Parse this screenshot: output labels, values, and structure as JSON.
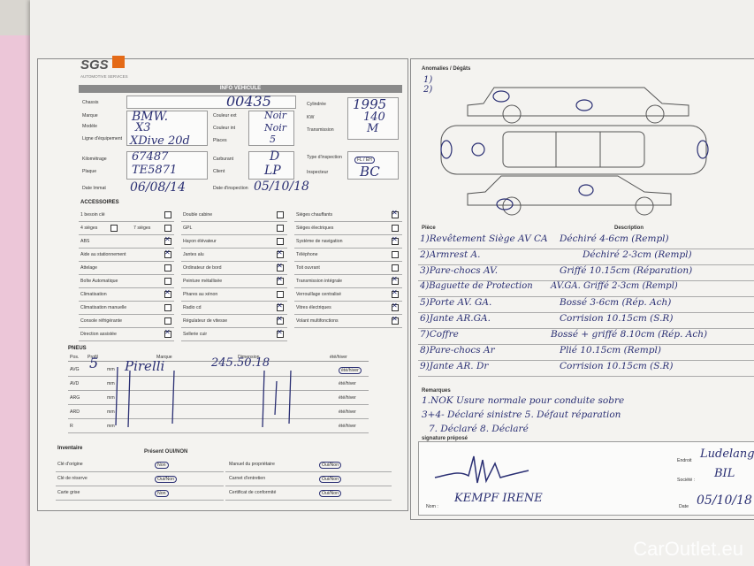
{
  "logo": {
    "brand": "SGS",
    "sub": "AUTOMOTIVE SERVICES"
  },
  "header": {
    "title": "INFO VEHICULE"
  },
  "vehicle": {
    "labels": {
      "chassis": "Chassis",
      "marque": "Marque",
      "modele": "Modèle",
      "ligne": "Ligne d'équipement",
      "kilometrage": "Kilométrage",
      "plaque": "Plaque",
      "couleur_ext": "Couleur ext",
      "couleur_int": "Couleur int",
      "places": "Places",
      "carburant": "Carburant",
      "client": "Client",
      "cylindree": "Cylindrée",
      "kw": "KW",
      "transmission": "Transmission",
      "type_insp": "Type d'inspection",
      "inspecteur": "Inspecteur",
      "date_immat": "Date Immat",
      "date_insp": "Date d'inspection"
    },
    "chassis": "00435",
    "marque": "BMW.",
    "modele": "X3",
    "ligne": "XDive 20d",
    "kilometrage": "67487",
    "plaque": "TE5871",
    "couleur_ext": "Noir",
    "couleur_int": "Noir",
    "places": "5",
    "carburant": "D",
    "client": "LP",
    "cylindree": "1995",
    "kw": "140",
    "transmission": "M",
    "type_insp": "FL / EH",
    "inspecteur": "BC",
    "date_immat": "06/08/14",
    "date_insp": "05/10/18"
  },
  "accessories": {
    "title": "ACCESSOIRES",
    "col1": [
      {
        "l": "1 besoin clé",
        "c": false
      },
      {
        "l": "4 sièges",
        "c": false
      },
      {
        "l": "ABS",
        "c": true
      },
      {
        "l": "Aide au stationnement",
        "c": true
      },
      {
        "l": "Attelage",
        "c": false
      },
      {
        "l": "Boîte Automatique",
        "c": false
      },
      {
        "l": "Climatisation",
        "c": true
      },
      {
        "l": "Climatisation manuelle",
        "c": false
      },
      {
        "l": "Console réfrigérante",
        "c": false
      },
      {
        "l": "Direction assistée",
        "c": true
      }
    ],
    "extra": "7 sièges",
    "col2": [
      {
        "l": "Double cabine",
        "c": false
      },
      {
        "l": "GPL",
        "c": false
      },
      {
        "l": "Hayon élévateur",
        "c": false
      },
      {
        "l": "Jantes alu",
        "c": true
      },
      {
        "l": "Ordinateur de bord",
        "c": true
      },
      {
        "l": "Peinture métallisée",
        "c": true
      },
      {
        "l": "Phares au xénon",
        "c": false
      },
      {
        "l": "Radio cd",
        "c": true
      },
      {
        "l": "Régulateur de vitesse",
        "c": true
      },
      {
        "l": "Sellerie cuir",
        "c": true
      }
    ],
    "col3": [
      {
        "l": "Sièges chauffants",
        "c": true
      },
      {
        "l": "Sièges électriques",
        "c": false
      },
      {
        "l": "Système de navigation",
        "c": true
      },
      {
        "l": "Téléphone",
        "c": false
      },
      {
        "l": "Toit ouvrant",
        "c": false
      },
      {
        "l": "Transmission intégrale",
        "c": true
      },
      {
        "l": "Verrouillage centralisé",
        "c": true
      },
      {
        "l": "Vitres électriques",
        "c": true
      },
      {
        "l": "Volant multifonctions",
        "c": true
      }
    ]
  },
  "tyres": {
    "title": "PNEUS",
    "pos": "Pos.",
    "profil": "Profil",
    "marque": "Marque",
    "dimension": "Dimension",
    "ete_hiver": "été/hiver",
    "rows": [
      {
        "p": "AVG",
        "mm": "mm"
      },
      {
        "p": "AVD",
        "mm": "mm"
      },
      {
        "p": "ARG",
        "mm": "mm"
      },
      {
        "p": "ARD",
        "mm": "mm"
      },
      {
        "p": "R",
        "mm": "mm"
      }
    ],
    "profile_val": "5",
    "brand_val": "Pirelli",
    "dim_val": "245.50.18",
    "season": "été/hiver"
  },
  "inventory": {
    "title": "Inventaire",
    "present": "Présent OUI/NON",
    "left": [
      {
        "l": "Clé d'origine",
        "v": "Non"
      },
      {
        "l": "Clé de réserve",
        "v": "Oui/Non"
      },
      {
        "l": "Carte grise",
        "v": "Non"
      }
    ],
    "right": [
      {
        "l": "Manuel du propriétaire",
        "v": "Oui/Non"
      },
      {
        "l": "Carnet d'entretien",
        "v": "Oui/Non"
      },
      {
        "l": "Certificat de conformité",
        "v": "Oui/Non"
      }
    ]
  },
  "anomalies": {
    "title": "Anomalies / Dégâts",
    "n1": "1)",
    "n2": "2)"
  },
  "damages": {
    "col_piece": "Pièce",
    "col_desc": "Description",
    "items": [
      {
        "p": "1)Revêtement Siège AV CA",
        "d": "Déchiré 4-6cm (Rempl)"
      },
      {
        "p": "2)Armrest A.",
        "d": "Déchiré 2-3cm (Rempl)"
      },
      {
        "p": "3)Pare-chocs AV.",
        "d": "Griffé 10.15cm (Réparation)"
      },
      {
        "p": "4)Baguette de Protection",
        "d": "AV.GA. Griffé 2-3cm (Rempl)"
      },
      {
        "p": "5)Porte AV. GA.",
        "d": "Bossé 3-6cm (Rép. Ach)"
      },
      {
        "p": "6)Jante AR.GA.",
        "d": "Corrision 10.15cm (S.R)"
      },
      {
        "p": "7)Coffre",
        "d": "Bossé + griffé 8.10cm (Rép. Ach)"
      },
      {
        "p": "8)Pare-chocs Ar",
        "d": "Plié 10.15cm (Rempl)"
      },
      {
        "p": "9)Jante AR. Dr",
        "d": "Corrision 10.15cm (S.R)"
      }
    ]
  },
  "remarks": {
    "title": "Remarques",
    "lines": [
      "1.NOK Usure normale pour conduite sobre",
      "3+4- Déclaré sinistre 5. Défaut réparation",
      "7. Déclaré    8. Déclaré"
    ]
  },
  "signature": {
    "title": "signature préposé",
    "name_label": "Nom :",
    "name": "KEMPF IRENE",
    "endroit_label": "Endroit",
    "endroit": "Ludelange",
    "societe_label": "Société :",
    "societe": "BIL",
    "date_label": "Date",
    "date": "05/10/18"
  },
  "watermark": "CarOutlet.eu"
}
